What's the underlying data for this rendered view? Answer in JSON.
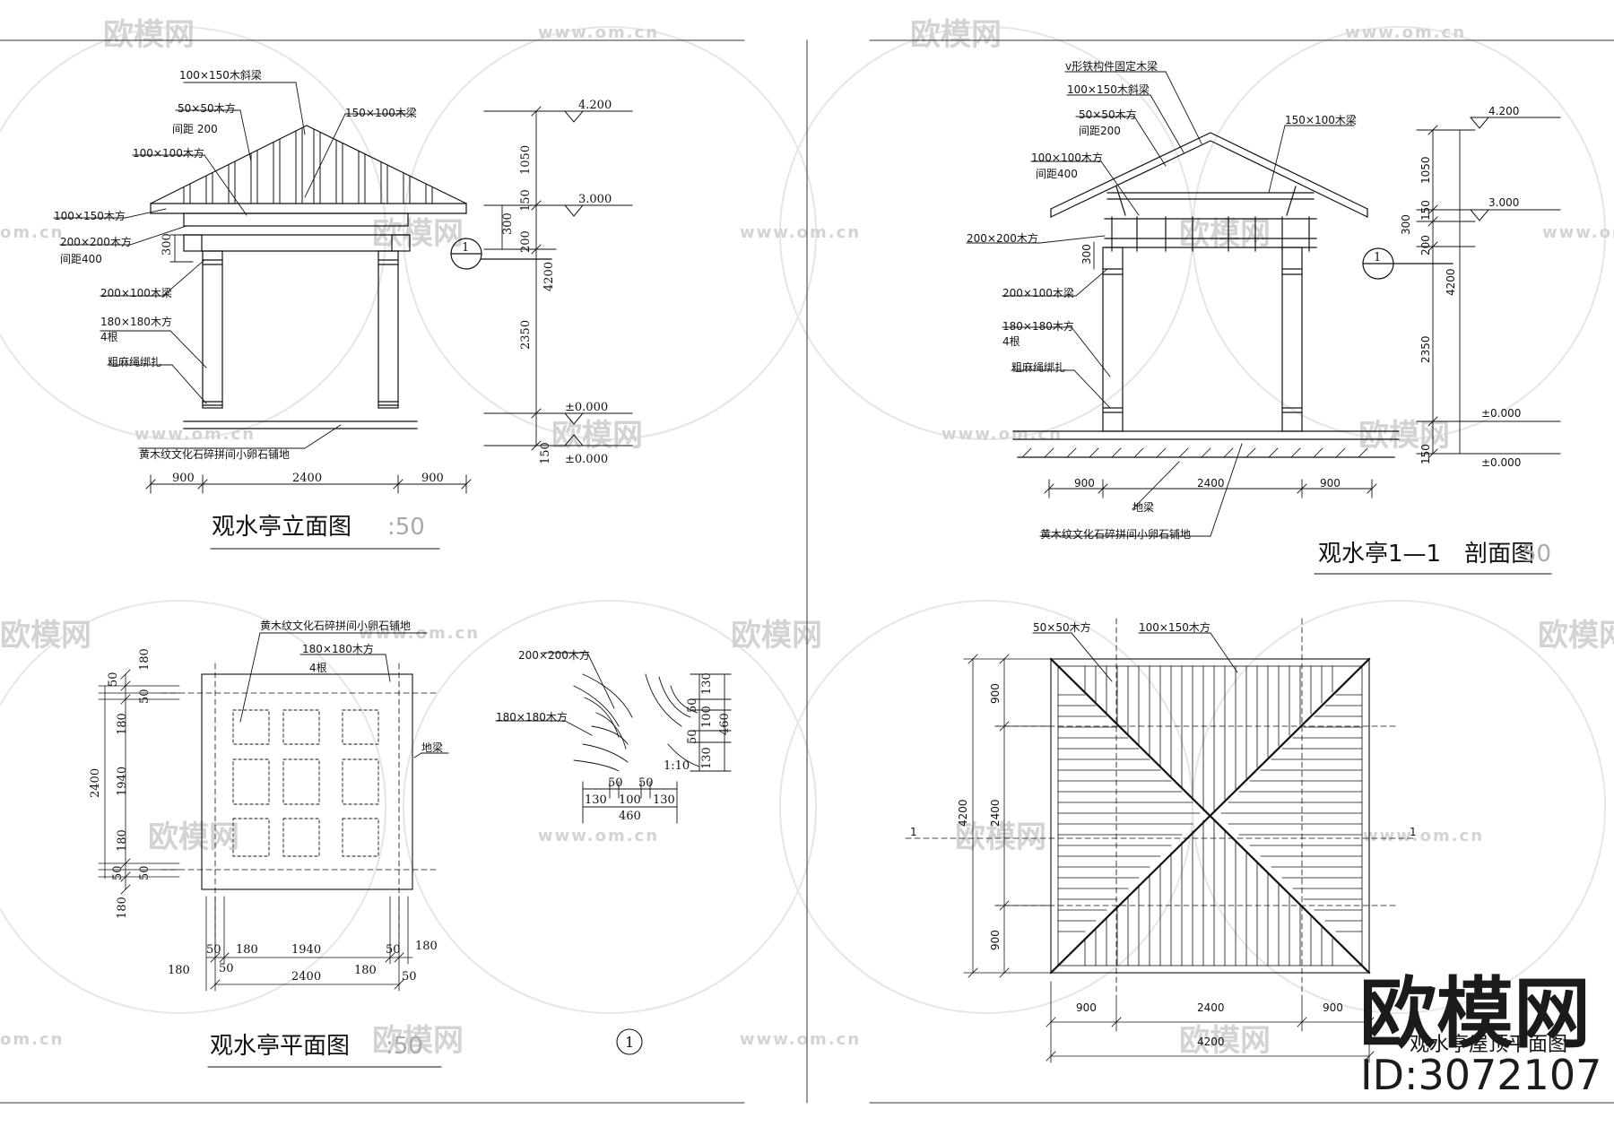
{
  "watermark": {
    "logo_text": "欧模网",
    "url_text": "www.om.cn",
    "url_short": "om.cn"
  },
  "brand": {
    "name": "欧模网",
    "id": "ID:3072107"
  },
  "elevation": {
    "title": "观水亭立面图",
    "scale_text": ":50",
    "labels": {
      "rafter_beam": "100×150木斜梁",
      "purlin_50": "50×50木方",
      "purlin_spacing": "间距 200",
      "beam_150x100": "150×100木梁",
      "square_100": "100×100木方",
      "square_100x150": "100×150木方",
      "square_200": "200×200木方",
      "spacing_400": "间距400",
      "beam_200x100": "200×100木梁",
      "post_180": "180×180木方",
      "post_count": "4根",
      "rope": "粗麻绳绑扎",
      "paving": "黄木纹文化石碎拼间小卵石铺地"
    },
    "levels": {
      "l4200": "4.200",
      "l3000": "3.000",
      "l0a": "±0.000",
      "l0b": "±0.000"
    },
    "dims_v": {
      "d1050": "1050",
      "d150": "150",
      "d300": "300",
      "d200": "200",
      "d4200": "4200",
      "d2350": "2350",
      "d150b": "150",
      "d300b": "300"
    },
    "dims_h": {
      "a": "900",
      "b": "2400",
      "c": "900"
    },
    "section_mark": "1"
  },
  "section": {
    "title": "观水亭1—1　剖面图",
    "scale_text": "50",
    "labels": {
      "v_iron": "v形铁构件固定木梁",
      "rafter_beam": "100×150木斜梁",
      "purlin_50": "50×50木方",
      "purlin_spacing": "间距200",
      "beam_150x100": "150×100木梁",
      "square_100": "100×100木方",
      "spacing_400": "间距400",
      "square_200": "200×200木方",
      "beam_200x100": "200×100木梁",
      "post_180": "180×180木方",
      "post_count": "4根",
      "rope": "粗麻绳绑扎",
      "ground_beam": "地梁",
      "paving": "黄木纹文化石碎拼间小卵石铺地"
    },
    "levels": {
      "l4200": "4.200",
      "l3000": "3.000",
      "l0a": "±0.000",
      "l0b": "±0.000"
    },
    "dims_v": {
      "d1050": "1050",
      "d150": "150",
      "d300": "300",
      "d200": "200",
      "d4200": "4200",
      "d2350": "2350",
      "d150b": "150"
    },
    "dims_h": {
      "a": "900",
      "b": "2400",
      "c": "900"
    },
    "section_mark": "1"
  },
  "plan": {
    "title": "观水亭平面图",
    "scale_text": ":50",
    "labels": {
      "paving": "黄木纹文化石碎拼间小卵石铺地",
      "post_180": "180×180木方",
      "post_count": "4根",
      "ground_beam": "地梁"
    },
    "dims_left": {
      "d180a": "180",
      "d50a": "50",
      "d50b": "50",
      "d180b": "180",
      "d2400": "2400",
      "d1940": "1940",
      "d180c": "180",
      "d50c": "50",
      "d50d": "50",
      "d180d": "180"
    },
    "dims_bottom": {
      "d50a": "50",
      "d180a": "180",
      "d1940": "1940",
      "d50b": "50",
      "d180b": "180",
      "d180c": "180",
      "d50c": "50",
      "d2400": "2400",
      "d180d": "180",
      "d50d": "50"
    },
    "detail_mark": "1"
  },
  "detail": {
    "label_200": "200×200木方",
    "label_180": "180×180木方",
    "scale": "1:10",
    "dims_right": {
      "a": "130",
      "b": "50",
      "c": "100",
      "d": "50",
      "e": "130",
      "f": "460"
    },
    "dims_bottom": {
      "a": "50",
      "b": "50",
      "c": "130",
      "d": "100",
      "e": "130",
      "f": "460"
    }
  },
  "roofplan": {
    "title": "观水亭屋顶平面图",
    "labels": {
      "purlin_50": "50×50木方",
      "beam_100x150": "100×150木方"
    },
    "dims_left": {
      "a": "900",
      "b": "2400",
      "c": "900",
      "total": "4200"
    },
    "dims_bottom": {
      "a": "900",
      "b": "2400",
      "c": "900",
      "total": "4200"
    },
    "section_cut": "1"
  }
}
